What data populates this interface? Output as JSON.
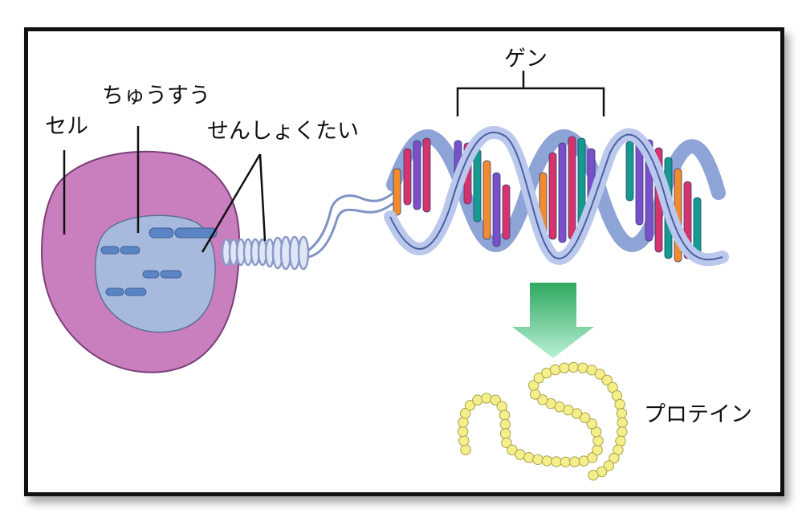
{
  "labels": {
    "cell": "セル",
    "nucleus": "ちゅうすう",
    "chromosome": "せんしょくたい",
    "gene": "ゲン",
    "protein": "プロテイン"
  },
  "icons": {
    "cell": "cell-icon",
    "nucleus": "nucleus-icon",
    "chromosome": "chromosome-icon",
    "dna": "dna-double-helix-icon",
    "arrow": "arrow-down-icon",
    "protein": "protein-chain-icon"
  },
  "colors": {
    "cell_fill": "#c97fbd",
    "nucleus_fill": "#a8b9de",
    "chromosome": "#5b84c4",
    "coil": "#c7d3ee",
    "helix_backbone": "#a9bbe2",
    "base_pairs": [
      "#d6336c",
      "#7b4fc9",
      "#f28a2e",
      "#159a8f"
    ],
    "arrow": "#3fbf7a",
    "protein_bead": "#f4ef8a"
  }
}
